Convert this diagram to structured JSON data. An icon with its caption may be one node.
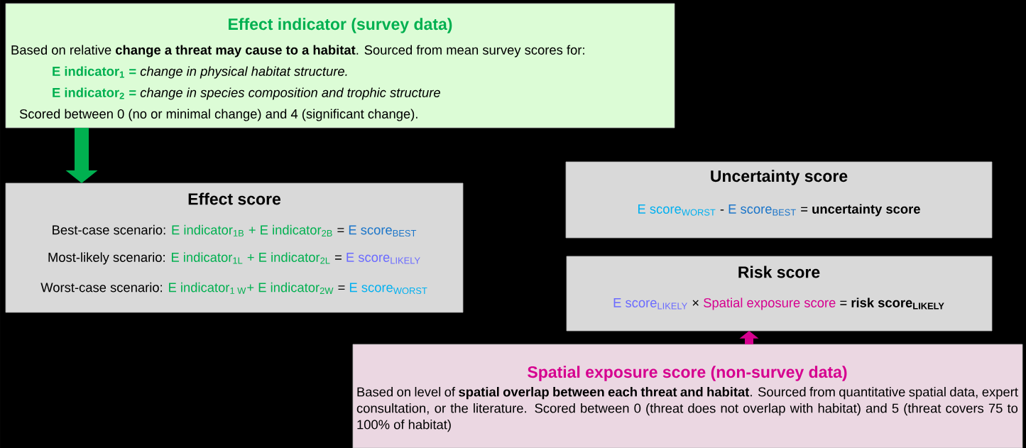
{
  "diagram": {
    "nodes": [
      {
        "text": [
          "Effect indicator (survey data)",
          "Based on relative **change a threat may cause to a habitat**. Sourced from mean survey scores for:",
          "E indicator$_{1}$ =",
          "change in physical habitat structure.",
          "E indicator$_{2}$ =",
          "change in species composition and trophic structure",
          "Scored between 0 (no or minimal change) and 4 (significant change)."
        ]
      },
      {
        "text": [
          "Effect score",
          "Best-case scenario:",
          "E indicator$_{1B}$ + E indicator$_{2B}$",
          "=",
          "E score$_{BEST}$",
          "Most-likely scenario:",
          "E indicator$_{1L}$ + E indicator$_{2L}$",
          "=",
          "E score$_{LIKELY}$",
          "Worst-case scenario:",
          "E indicator$_{1 W}$+ E indicator$_{2W}$",
          "=",
          "E score$_{WORST}$"
        ]
      },
      {
        "text": [
          "Uncertainty score",
          "E score$_{WORST}$",
          "-",
          "E score$_{BEST}$",
          "= **uncertainty score**"
        ]
      },
      {
        "text": [
          "Risk score",
          "E score$_{LIKELY}$",
          "×",
          "Spatial exposure score",
          "= **risk score$_{LIKELY}$**"
        ]
      },
      {
        "text": [
          "Spatial exposure score (non-survey data)",
          "Based on level of **spatial overlap between each threat and habitat**. Sourced from quantitative spatial data, expert consultation, or the literature. Scored between 0 (threat does not overlap with habitat) and 5 (threat covers 75 to 100% of habitat)"
        ]
      }
    ],
    "edges": [
      {
        "from": 0,
        "to": 1,
        "arrow": "to",
        "color": "#00b050"
      },
      {
        "from": 4,
        "to": 3,
        "arrow": "to",
        "color": "#d6008f"
      }
    ]
  }
}
